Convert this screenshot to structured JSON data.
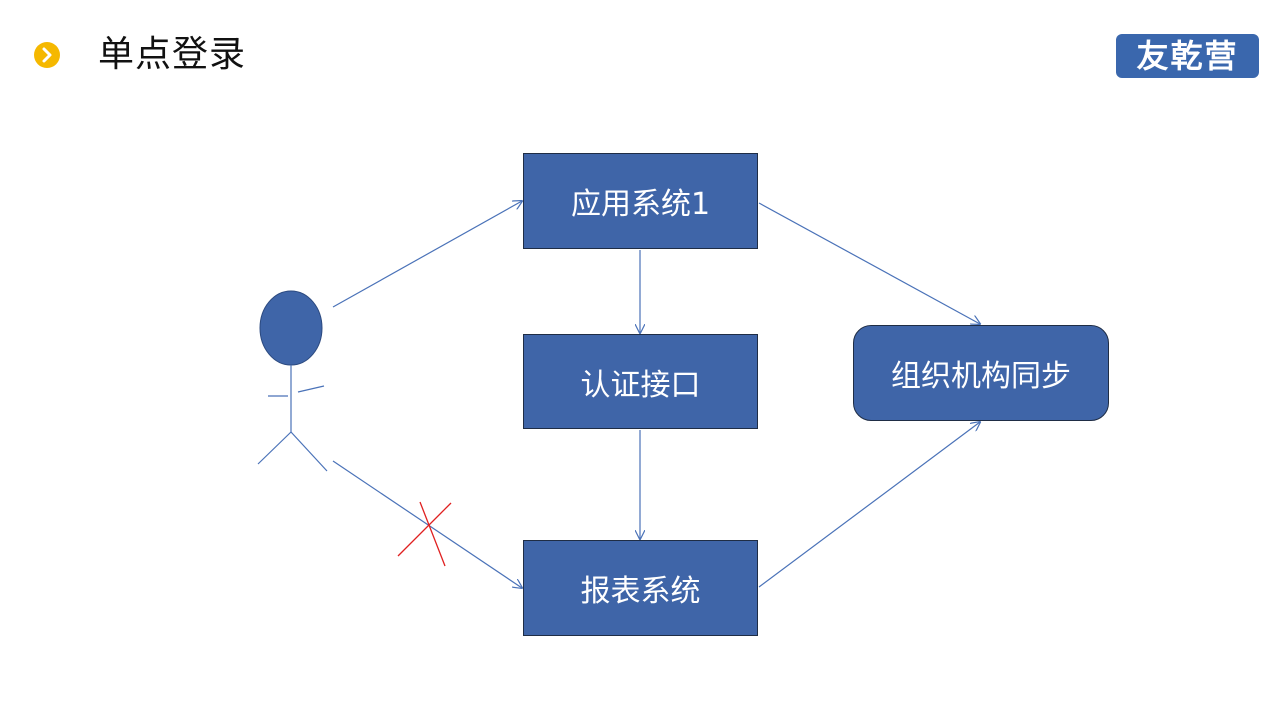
{
  "header": {
    "title": "单点登录",
    "bullet_icon": "chevron-right-icon",
    "logo_text": "友乾营"
  },
  "diagram": {
    "nodes": {
      "app1": "应用系统1",
      "auth": "认证接口",
      "report": "报表系统",
      "org_sync": "组织机构同步"
    },
    "edges": [
      {
        "from": "user",
        "to": "app1"
      },
      {
        "from": "user",
        "to": "report",
        "blocked": true
      },
      {
        "from": "app1",
        "to": "auth"
      },
      {
        "from": "auth",
        "to": "report"
      },
      {
        "from": "app1",
        "to": "org_sync"
      },
      {
        "from": "report",
        "to": "org_sync"
      }
    ],
    "colors": {
      "node_fill": "#3f65a8",
      "edge": "#4a72b8",
      "blocked_mark": "#e02020",
      "bullet": "#f5b800"
    }
  }
}
